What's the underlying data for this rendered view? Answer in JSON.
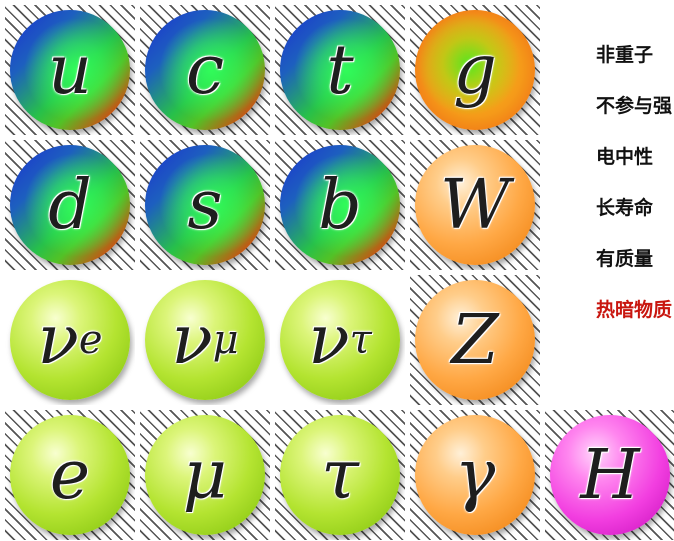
{
  "particles": [
    {
      "symbol": "u",
      "sub": "",
      "kind": "quark"
    },
    {
      "symbol": "c",
      "sub": "",
      "kind": "quark"
    },
    {
      "symbol": "t",
      "sub": "",
      "kind": "quark"
    },
    {
      "symbol": "g",
      "sub": "",
      "kind": "gluon"
    },
    {
      "symbol": "d",
      "sub": "",
      "kind": "quark"
    },
    {
      "symbol": "s",
      "sub": "",
      "kind": "quark"
    },
    {
      "symbol": "b",
      "sub": "",
      "kind": "quark"
    },
    {
      "symbol": "W",
      "sub": "",
      "kind": "boson"
    },
    {
      "symbol": "ν",
      "sub": "e",
      "kind": "lepton"
    },
    {
      "symbol": "ν",
      "sub": "μ",
      "kind": "lepton"
    },
    {
      "symbol": "ν",
      "sub": "τ",
      "kind": "lepton"
    },
    {
      "symbol": "Z",
      "sub": "",
      "kind": "boson"
    },
    {
      "symbol": "e",
      "sub": "",
      "kind": "lepton"
    },
    {
      "symbol": "μ",
      "sub": "",
      "kind": "lepton"
    },
    {
      "symbol": "τ",
      "sub": "",
      "kind": "lepton"
    },
    {
      "symbol": "γ",
      "sub": "",
      "kind": "boson"
    },
    {
      "symbol": "H",
      "sub": "",
      "kind": "higgs"
    }
  ],
  "properties": [
    {
      "text": "非重子",
      "highlight": false
    },
    {
      "text": "不参与强",
      "highlight": false
    },
    {
      "text": "电中性",
      "highlight": false
    },
    {
      "text": "长寿命",
      "highlight": false
    },
    {
      "text": "有质量",
      "highlight": false
    },
    {
      "text": "热暗物质",
      "highlight": true
    }
  ],
  "colors": {
    "hatch": "#555555",
    "highlight_text": "#c8160f",
    "lepton": "#b4e431",
    "boson": "#ffa845",
    "higgs": "#f23ee0",
    "quark_blue": "#1c2fd0",
    "quark_green": "#27c04a",
    "quark_red": "#ff2a00"
  }
}
